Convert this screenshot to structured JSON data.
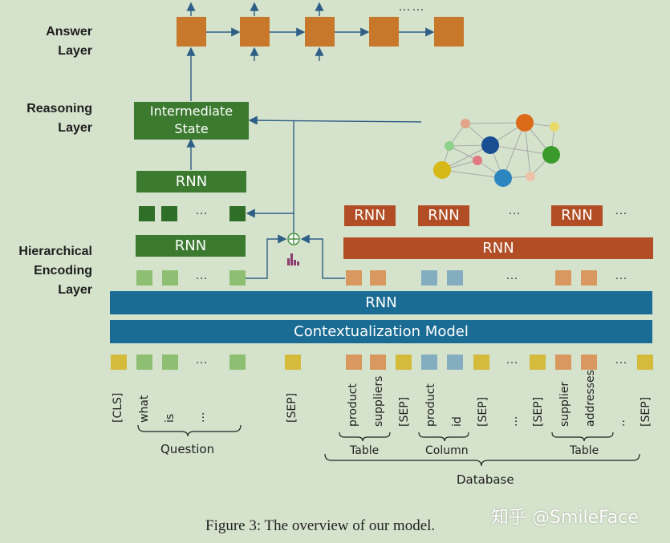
{
  "layers": {
    "answer": "Answer\nLayer",
    "reasoning": "Reasoning\nLayer",
    "encoding": "Hierarchical\nEncoding\nLayer"
  },
  "intermediate_state": "Intermediate\nState",
  "rnn_label": "RNN",
  "contextualization_label": "Contextualization Model",
  "ellipsis": "…",
  "top_ellipsis": "……",
  "tokens": {
    "cls": "[CLS]",
    "what": "what",
    "is": "is",
    "q_ellipsis": "...",
    "sep": "[SEP]",
    "product": "product",
    "suppliers": "suppliers",
    "id": "id",
    "supplier": "supplier",
    "addresses": "addresses",
    "col_ellipsis": "...",
    "tail_ellipsis": ".."
  },
  "braces": {
    "question": "Question",
    "table": "Table",
    "column": "Column",
    "database": "Database"
  },
  "caption": "Figure 3: The overview of our model.",
  "watermark": "知乎 @SmileFace",
  "colors": {
    "background": "#d5e3cc",
    "answer_box": "#c8782a",
    "dark_green": "#3b7a2f",
    "light_green": "#8dbe72",
    "blue_bar": "#1a6c94",
    "brown_bar": "#b24e25",
    "orange_token": "#d9985f",
    "teal_token": "#84aec0",
    "yellow_token": "#d4bb3c"
  }
}
